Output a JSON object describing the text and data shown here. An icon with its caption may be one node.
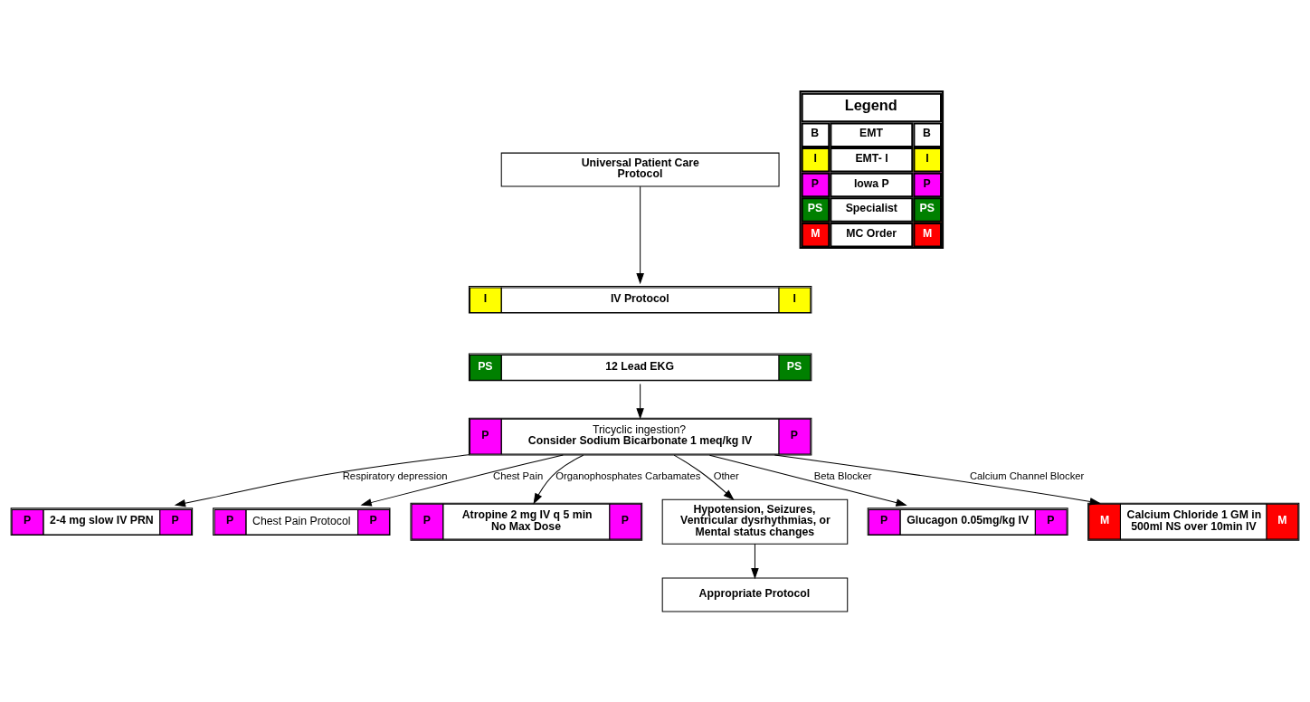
{
  "diagram": {
    "nodes": [
      {
        "text": [
          "Universal Patient Care Protocol"
        ]
      },
      {
        "text": [
          "I",
          "IV Protocol",
          "I"
        ]
      },
      {
        "text": [
          "PS",
          "12 Lead EKG",
          "PS"
        ]
      },
      {
        "text": [
          "P",
          "Tricyclic ingestion?",
          "Consider Sodium Bicarbonate 1 meq/kg IV",
          "P"
        ]
      },
      {
        "text": [
          "P",
          "2-4 mg slow IV PRN",
          "P"
        ]
      },
      {
        "text": [
          "P",
          "Chest Pain Protocol",
          "P"
        ]
      },
      {
        "text": [
          "P",
          "Atropine 2 mg IV q 5 min No Max Dose",
          "P"
        ]
      },
      {
        "text": [
          "Hypotension, Seizures, Ventricular dysrhythmias, or Mental status changes"
        ]
      },
      {
        "text": [
          "Appropriate Protocol"
        ]
      },
      {
        "text": [
          "P",
          "Glucagon 0.05mg/kg IV",
          "P"
        ]
      },
      {
        "text": [
          "M",
          "Calcium Chloride 1 GM in 500ml NS over 10min IV",
          "M"
        ]
      }
    ],
    "edges": [
      {
        "from": 0,
        "to": 1,
        "arrow": "to"
      },
      {
        "from": 2,
        "to": 3,
        "arrow": "to"
      },
      {
        "from": 3,
        "to": 4,
        "arrow": "to",
        "label": "Respiratory depression"
      },
      {
        "from": 3,
        "to": 5,
        "arrow": "to",
        "label": "Chest Pain"
      },
      {
        "from": 3,
        "to": 6,
        "arrow": "to",
        "label": "Organophosphates Carbamates"
      },
      {
        "from": 3,
        "to": 7,
        "arrow": "to",
        "label": "Other"
      },
      {
        "from": 3,
        "to": 9,
        "arrow": "to",
        "label": "Beta Blocker"
      },
      {
        "from": 3,
        "to": 10,
        "arrow": "to",
        "label": "Calcium Channel Blocker"
      },
      {
        "from": 7,
        "to": 8,
        "arrow": "to"
      }
    ],
    "labels": [
      "Legend",
      "B",
      "B",
      "I",
      "I",
      "P",
      "P",
      "PS",
      "PS",
      "M",
      "M"
    ],
    "legend": [
      {
        "text": "EMT",
        "color": "#ffffff"
      },
      {
        "text": "EMT- I",
        "color": "#ffff00"
      },
      {
        "text": "Iowa P",
        "color": "#ff00ff"
      },
      {
        "text": "Specialist",
        "color": "#008000"
      },
      {
        "text": "MC Order",
        "color": "#ff0000"
      }
    ]
  }
}
